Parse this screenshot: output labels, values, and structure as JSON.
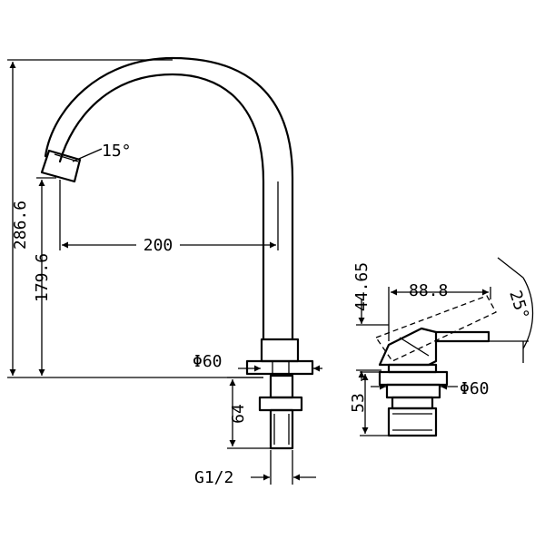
{
  "dimensions": {
    "total_height": "286.6",
    "spout_height": "179.6",
    "reach": "200",
    "spout_angle": "15°",
    "base_diameter_tap": "Φ60",
    "shank_length": "64",
    "thread": "G1/2",
    "handle_width": "88.8",
    "handle_height": "44.65",
    "lever_angle": "25°",
    "base_diameter_mixer": "Φ60",
    "mixer_shank_length": "53"
  },
  "colors": {
    "line": "#000000",
    "background": "#ffffff"
  }
}
